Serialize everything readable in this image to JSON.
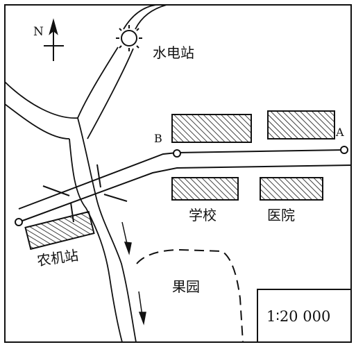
{
  "map": {
    "north_label": "N",
    "point_a": "A",
    "point_b": "B",
    "places": {
      "hydropower_station": "水电站",
      "school": "学校",
      "hospital": "医院",
      "farm_machinery_station": "农机站",
      "orchard": "果园"
    },
    "scale": "1∶20 000"
  }
}
